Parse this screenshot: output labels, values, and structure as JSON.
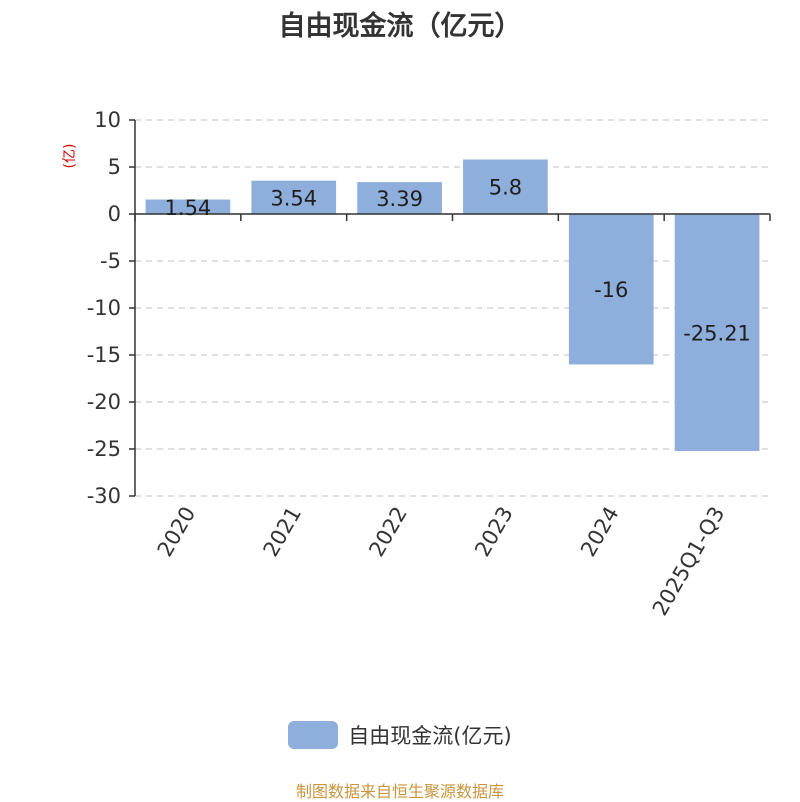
{
  "chart_data": {
    "type": "bar",
    "title": "自由现金流（亿元）",
    "ylabel": "(亿)",
    "xlabel": "",
    "categories": [
      "2020",
      "2021",
      "2022",
      "2023",
      "2024",
      "2025Q1-Q3"
    ],
    "series": [
      {
        "name": "自由现金流(亿元)",
        "values": [
          1.54,
          3.54,
          3.39,
          5.8,
          -16,
          -25.21
        ]
      }
    ],
    "data_labels": [
      "1.54",
      "3.54",
      "3.39",
      "5.8",
      "-16",
      "-25.21"
    ],
    "ylim": [
      -30,
      10
    ],
    "yticks": [
      10,
      5,
      0,
      -5,
      -10,
      -15,
      -20,
      -25,
      -30
    ],
    "ytick_labels": [
      "10",
      "5",
      "0",
      "-5",
      "-10",
      "-15",
      "-20",
      "-25",
      "-30"
    ],
    "grid": true,
    "legend_position": "bottom-center",
    "bar_color": "#8eaedb",
    "unit_color": "#cc0000"
  },
  "legend": {
    "label": "自由现金流(亿元)"
  },
  "source": "制图数据来自恒生聚源数据库"
}
